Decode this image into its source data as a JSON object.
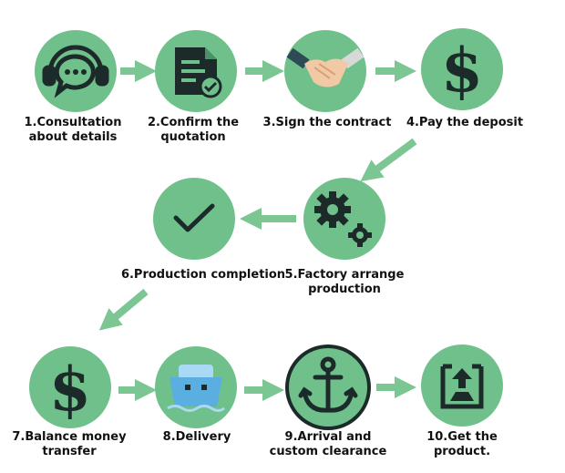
{
  "colors": {
    "circle_fill": "#6fc08a",
    "arrow": "#7cc693",
    "icon_dark": "#1c2b2a",
    "ship_blue": "#5aaee0"
  },
  "steps": [
    {
      "label": "1.Consultation\nabout details",
      "icon": "headset-chat-icon"
    },
    {
      "label": "2.Confirm the\nquotation",
      "icon": "document-check-icon"
    },
    {
      "label": "3.Sign the contract",
      "icon": "handshake-icon"
    },
    {
      "label": "4.Pay the deposit",
      "icon": "dollar-icon"
    },
    {
      "label": "5.Factory arrange\nproduction",
      "icon": "gears-icon"
    },
    {
      "label": "6.Production completion",
      "icon": "checkmark-icon"
    },
    {
      "label": "7.Balance money\ntransfer",
      "icon": "dollar-icon"
    },
    {
      "label": "8.Delivery",
      "icon": "ship-icon"
    },
    {
      "label": "9.Arrival and\ncustom clearance",
      "icon": "anchor-icon"
    },
    {
      "label": "10.Get the\nproduct.",
      "icon": "box-upload-icon"
    }
  ]
}
